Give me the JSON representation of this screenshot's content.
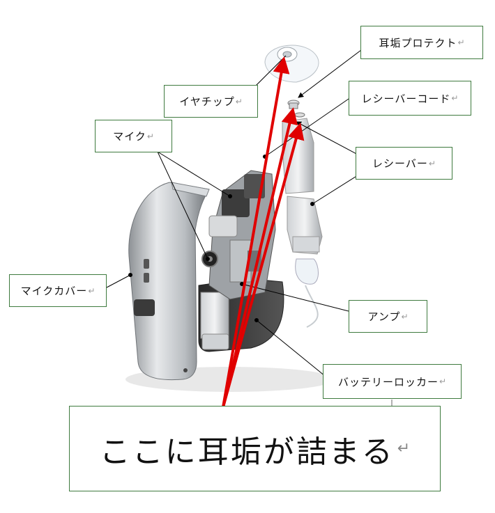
{
  "labels": {
    "earwax_protect": "耳垢プロテクト",
    "ear_tip": "イヤチップ",
    "receiver_cord": "レシーバーコード",
    "mic": "マイク",
    "receiver": "レシーバー",
    "mic_cover": "マイクカバー",
    "amp": "アンプ",
    "battery_locker": "バッテリーロッカー"
  },
  "callout": {
    "text": "ここに耳垢が詰まる"
  },
  "paragraph_mark": "↵",
  "colors": {
    "box_border": "#3e7a3e",
    "arrow": "#e00000",
    "leader": "#000000"
  }
}
